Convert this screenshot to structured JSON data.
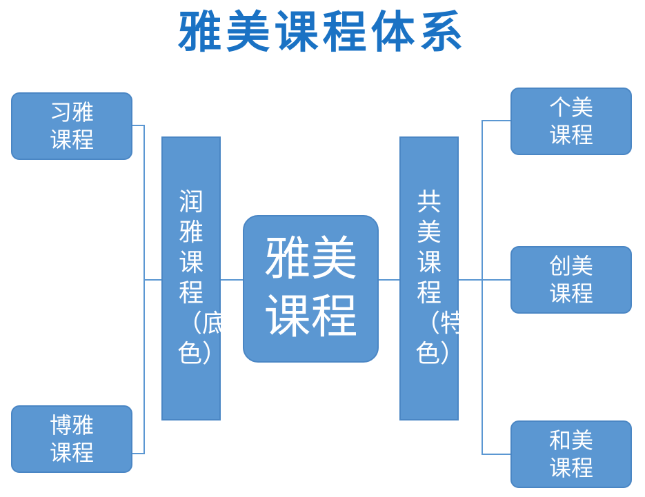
{
  "title": "雅美课程体系",
  "center": "雅美课程",
  "left_column": "润雅课程（底色）",
  "right_column": "共美课程（特色）",
  "left_boxes": [
    "习雅课程",
    "博雅课程"
  ],
  "right_boxes": [
    "个美课程",
    "创美课程",
    "和美课程"
  ],
  "colors": {
    "title": "#1a72c4",
    "box_fill": "#5b97d2",
    "text": "#ffffff"
  }
}
